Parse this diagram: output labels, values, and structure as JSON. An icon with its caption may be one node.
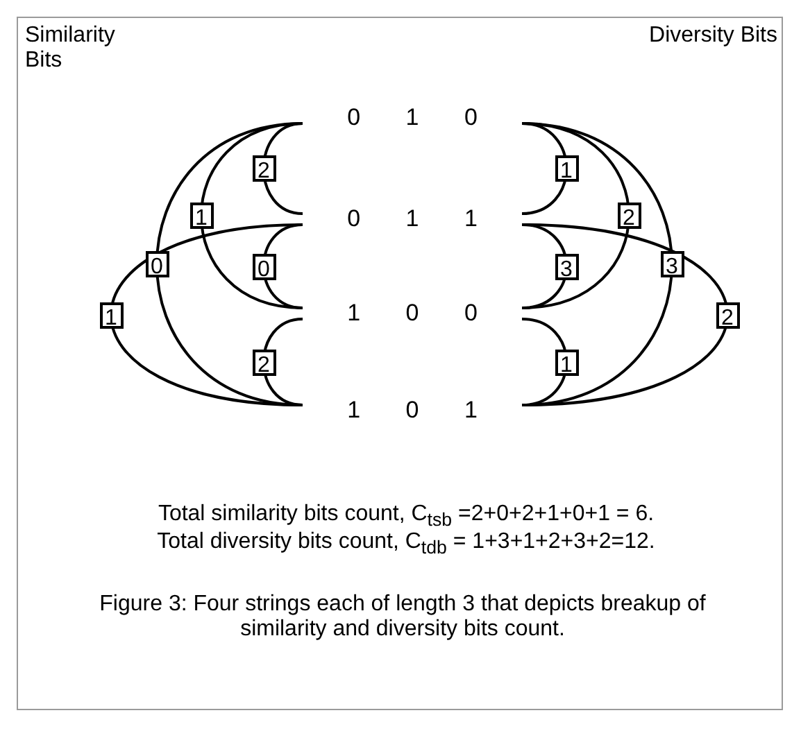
{
  "diagram": {
    "caption": "Figure 3: Four strings each of length 3 that depicts breakup of similarity and diversity bits count.",
    "nodes": [
      {
        "text": [
          "0 1 0"
        ]
      },
      {
        "text": [
          "0 1 1"
        ]
      },
      {
        "text": [
          "1 0 0"
        ]
      },
      {
        "text": [
          "1 0 1"
        ]
      }
    ],
    "edges": [
      {
        "from": 0,
        "to": 1,
        "arrow": "none",
        "label": "2"
      },
      {
        "from": 1,
        "to": 2,
        "arrow": "none",
        "label": "0"
      },
      {
        "from": 2,
        "to": 3,
        "arrow": "none",
        "label": "2"
      },
      {
        "from": 0,
        "to": 2,
        "arrow": "none",
        "label": "1"
      },
      {
        "from": 0,
        "to": 3,
        "arrow": "none",
        "label": "0"
      },
      {
        "from": 1,
        "to": 3,
        "arrow": "none",
        "label": "1"
      },
      {
        "from": 0,
        "to": 1,
        "arrow": "none",
        "label": "1"
      },
      {
        "from": 1,
        "to": 2,
        "arrow": "none",
        "label": "3"
      },
      {
        "from": 2,
        "to": 3,
        "arrow": "none",
        "label": "1"
      },
      {
        "from": 0,
        "to": 2,
        "arrow": "none",
        "label": "2"
      },
      {
        "from": 0,
        "to": 3,
        "arrow": "none",
        "label": "3"
      },
      {
        "from": 1,
        "to": 3,
        "arrow": "none",
        "label": "2"
      }
    ],
    "labels": [
      "Similarity Bits",
      "Diversity Bits",
      "Total similarity bits count, C$_{tsb}$ =2+0+2+1+0+1 = 6.",
      "Total diversity bits count, C$_{tdb}$ = 1+3+1+2+3+2=12."
    ]
  }
}
